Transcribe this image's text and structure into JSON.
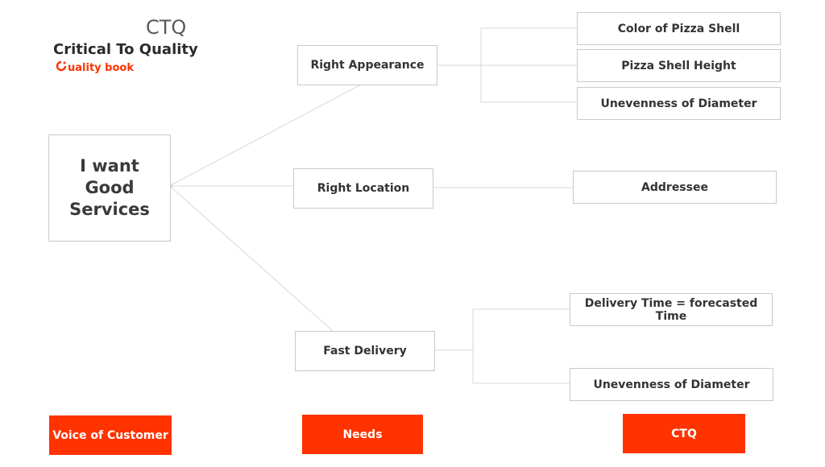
{
  "header": {
    "title": "CTQ",
    "subtitle": "Critical To Quality",
    "logo_mark": "Q",
    "logo_text": "uality book"
  },
  "voice_of_customer": {
    "statement": "I want Good Services"
  },
  "needs": [
    "Right Appearance",
    "Right Location",
    "Fast Delivery"
  ],
  "ctqs": {
    "appearance": [
      "Color of Pizza Shell",
      "Pizza Shell Height",
      "Unevenness of Diameter"
    ],
    "location": [
      "Addressee"
    ],
    "delivery": [
      "Delivery Time = forecasted Time",
      "Unevenness of Diameter"
    ]
  },
  "footer": {
    "voc_label": "Voice of Customer",
    "needs_label": "Needs",
    "ctq_label": "CTQ"
  },
  "colors": {
    "accent": "#ff3300",
    "connector": "#d9d9d9",
    "border": "#c9c9c9"
  }
}
